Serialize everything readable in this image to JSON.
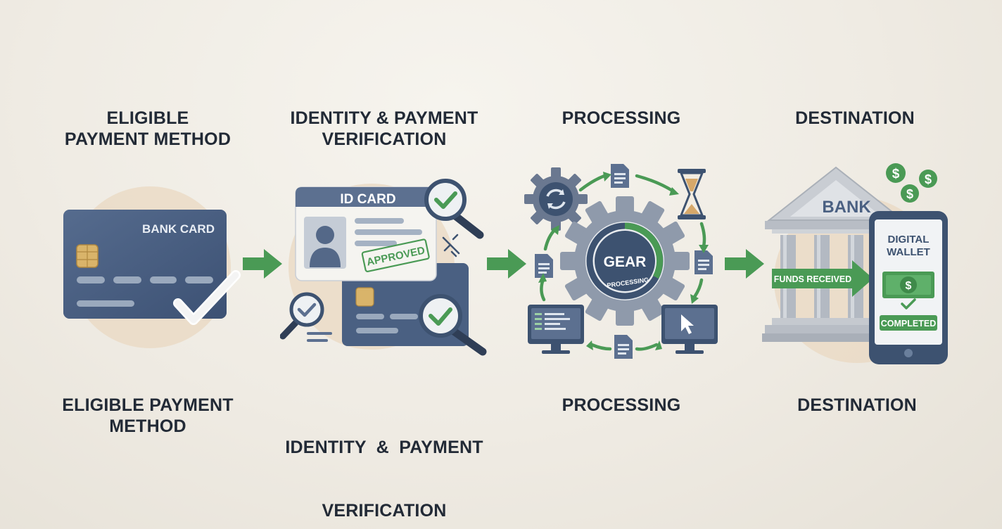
{
  "steps": [
    {
      "top_label_l1": "ELIGIBLE",
      "top_label_l2": "PAYMENT METHOD",
      "bottom_label_l1": "ELIGIBLE PAYMENT",
      "bottom_label_l2": "METHOD",
      "card_label": "BANK CARD"
    },
    {
      "top_label_l1": "IDENTITY & PAYMENT",
      "top_label_l2": "VERIFICATION",
      "bottom_label_l1": "IDENTITY  &  PAYMENT",
      "bottom_label_l2": "VERIFICATION",
      "id_card_label": "ID CARD",
      "stamp_label": "APPROVED"
    },
    {
      "top_label_l1": "PROCESSING",
      "bottom_label_l1": "PROCESSING",
      "gear_label": "GEAR",
      "gear_sublabel": "PROCESSING"
    },
    {
      "top_label_l1": "DESTINATION",
      "bottom_label_l1": "DESTINATION",
      "bank_label": "BANK",
      "funds_label": "FUNDS RECEIVED",
      "wallet_label_l1": "DIGITAL",
      "wallet_label_l2": "WALLET",
      "completed_label": "COMPLETED"
    }
  ],
  "colors": {
    "navy": "#3d5270",
    "slate": "#5c7090",
    "green": "#4a9a55",
    "tan": "#e8d8c0",
    "text": "#222a36"
  },
  "icons": [
    "bank-card-icon",
    "checkmark-icon",
    "id-card-icon",
    "magnifier-icon",
    "gear-icon",
    "hourglass-icon",
    "document-icon",
    "monitor-icon",
    "bank-building-icon",
    "smartphone-icon",
    "dollar-coin-icon",
    "banknote-icon"
  ]
}
